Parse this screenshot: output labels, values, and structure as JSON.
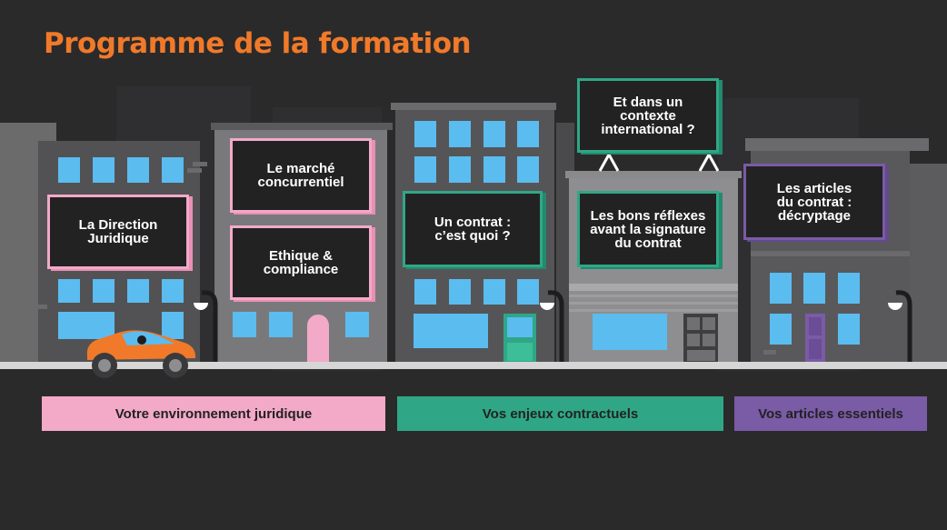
{
  "page": {
    "title": "Programme de la formation"
  },
  "boards": {
    "direction_juridique": "La Direction\nJuridique",
    "marche_concurrentiel": "Le marché\nconcurrentiel",
    "ethique_compliance": "Ethique &\ncompliance",
    "contrat_quoi": "Un contrat :\nc’est quoi ?",
    "contexte_international": "Et dans un\ncontexte\ninternational ?",
    "bons_reflexes": "Les bons réflexes\navant la signature\ndu contrat",
    "articles_decryptage": "Les articles\ndu contrat :\ndécryptage"
  },
  "categories": {
    "environnement": "Votre environnement juridique",
    "enjeux": "Vos enjeux contractuels",
    "articles": "Vos articles essentiels"
  },
  "colors": {
    "title": "#f07a2a",
    "pink": "#f3a9c8",
    "green": "#2fa786",
    "purple": "#7a5ba6",
    "background": "#2b2a2b",
    "window": "#5bbcf0",
    "car": "#f07a2a"
  }
}
